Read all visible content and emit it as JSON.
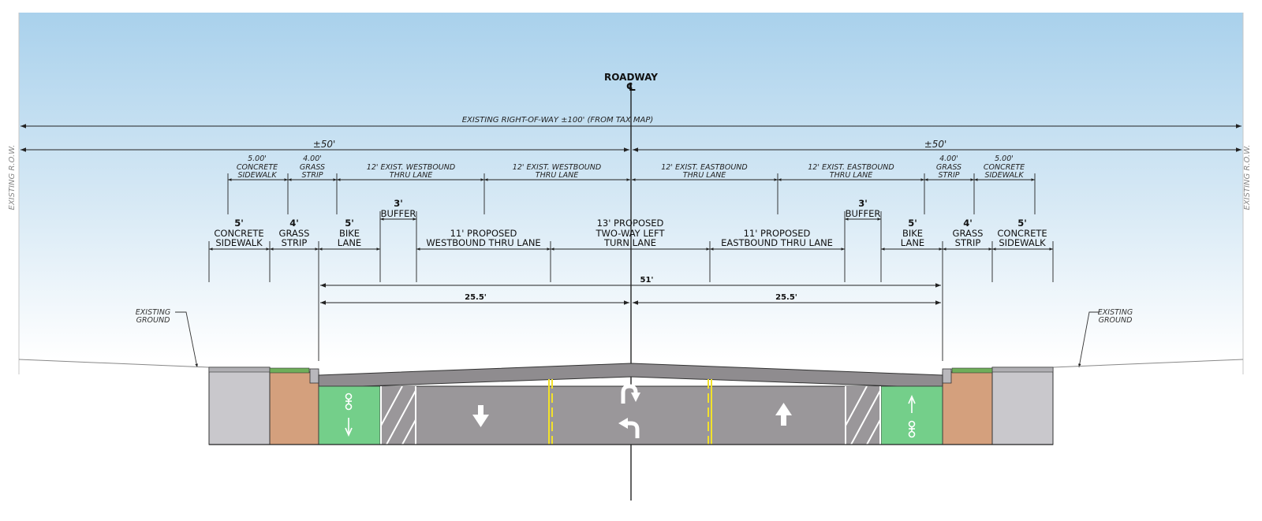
{
  "colors": {
    "sky_top": "#a9d1ec",
    "sky_bottom": "#ffffff",
    "pavement": "#9a979a",
    "bike_lane": "#74cf8a",
    "grass": "#d4a07d",
    "sidewalk": "#c9c8cc",
    "stripe_yellow": "#f2e12b",
    "line": "#222222",
    "existing_text": "#777777"
  },
  "centerline": {
    "title": "ROADWAY",
    "symbol": "℄"
  },
  "right_of_way": {
    "label": "EXISTING RIGHT-OF-WAY ±100' (FROM TAX MAP)"
  },
  "half_widths": {
    "left": "±50'",
    "right": "±50'"
  },
  "row_side_labels": {
    "left": "EXISTING R.O.W.",
    "right": "EXISTING R.O.W."
  },
  "existing_labels": {
    "left": [
      "5.00'",
      "CONCRETE",
      "SIDEWALK",
      "4.00'",
      "GRASS",
      "STRIP",
      "12' EXIST. WESTBOUND",
      "THRU LANE",
      "12' EXIST. WESTBOUND",
      "THRU LANE"
    ],
    "right": [
      "12' EXIST. EASTBOUND",
      "THRU LANE",
      "12' EXIST. EASTBOUND",
      "THRU LANE",
      "4.00'",
      "GRASS",
      "STRIP",
      "5.00'",
      "CONCRETE",
      "SIDEWALK"
    ]
  },
  "proposed_labels": {
    "sidewalk_left": [
      "5'",
      "CONCRETE",
      "SIDEWALK"
    ],
    "grass_left": [
      "4'",
      "GRASS",
      "STRIP"
    ],
    "bike_left": [
      "5'",
      "BIKE",
      "LANE"
    ],
    "buffer_left": [
      "3'",
      "BUFFER"
    ],
    "wb_lane": [
      "11' PROPOSED",
      "WESTBOUND THRU LANE"
    ],
    "twltl": [
      "13' PROPOSED",
      "TWO-WAY LEFT",
      "TURN LANE"
    ],
    "eb_lane": [
      "11' PROPOSED",
      "EASTBOUND THRU LANE"
    ],
    "buffer_right": [
      "3'",
      "BUFFER"
    ],
    "bike_right": [
      "5'",
      "BIKE",
      "LANE"
    ],
    "grass_right": [
      "4'",
      "GRASS",
      "STRIP"
    ],
    "sidewalk_right": [
      "5'",
      "CONCRETE",
      "SIDEWALK"
    ]
  },
  "totals": {
    "curb_to_curb": "51'",
    "half_left": "25.5'",
    "half_right": "25.5'"
  },
  "ground_labels": {
    "left": [
      "EXISTING",
      "GROUND"
    ],
    "right": [
      "EXISTING",
      "GROUND"
    ]
  },
  "markings": [
    "bicycle-symbol-icon",
    "down-arrow-icon",
    "up-arrow-icon",
    "u-turn-arrow-icon",
    "left-turn-arrow-icon",
    "buffer-hatch"
  ]
}
